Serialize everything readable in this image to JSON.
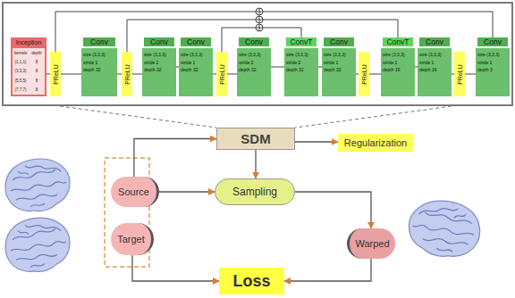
{
  "diagram": {
    "nodes": [
      {
        "text": [
          "Inception",
          "kernels",
          "depth",
          "(1,1,1)",
          "8",
          "(3,3,3)",
          "8",
          "(5,5,5)",
          "8",
          "(7,7,7)",
          "8"
        ]
      },
      {
        "text": [
          "PReLU"
        ]
      },
      {
        "text": [
          "Conv",
          "size (3,3,3)",
          "stride 1",
          "depth 32"
        ]
      },
      {
        "text": [
          "PReLU"
        ]
      },
      {
        "text": [
          "Conv",
          "size (3,3,3)",
          "stride 2",
          "depth 32"
        ]
      },
      {
        "text": [
          "Conv",
          "size (3,3,3)",
          "stride 1",
          "depth 32"
        ]
      },
      {
        "text": [
          "PReLU"
        ]
      },
      {
        "text": [
          "Conv",
          "size (3,3,3)",
          "stride 2",
          "depth 32"
        ]
      },
      {
        "text": [
          "ConvT",
          "size (3,3,3)",
          "stride 2",
          "depth 32"
        ]
      },
      {
        "text": [
          "Conv",
          "size (3,3,3)",
          "stride 1",
          "depth 32"
        ]
      },
      {
        "text": [
          "PReLU"
        ]
      },
      {
        "text": [
          "ConvT",
          "size (3,3,3)",
          "stride 1",
          "depth 16"
        ]
      },
      {
        "text": [
          "Conv",
          "size (3,3,3)",
          "stride 1",
          "depth 16"
        ]
      },
      {
        "text": [
          "PReLU"
        ]
      },
      {
        "text": [
          "Conv",
          "size (3,3,3)",
          "stride 1",
          "depth 3"
        ]
      },
      {
        "text": [
          "SDM"
        ]
      },
      {
        "text": [
          "Regularization"
        ]
      },
      {
        "text": [
          "Source"
        ]
      },
      {
        "text": [
          "Target"
        ]
      },
      {
        "text": [
          "Sampling"
        ]
      },
      {
        "text": [
          "Warped"
        ]
      },
      {
        "text": [
          "Loss"
        ]
      }
    ],
    "edges": [
      {
        "from": 0,
        "to": 1,
        "arrow": "none"
      },
      {
        "from": 1,
        "to": 2,
        "arrow": "none"
      },
      {
        "from": 2,
        "to": 3,
        "arrow": "none"
      },
      {
        "from": 3,
        "to": 4,
        "arrow": "none"
      },
      {
        "from": 4,
        "to": 5,
        "arrow": "none"
      },
      {
        "from": 5,
        "to": 6,
        "arrow": "none"
      },
      {
        "from": 6,
        "to": 7,
        "arrow": "none"
      },
      {
        "from": 7,
        "to": 8,
        "arrow": "none"
      },
      {
        "from": 8,
        "to": 9,
        "arrow": "none"
      },
      {
        "from": 9,
        "to": 10,
        "arrow": "none"
      },
      {
        "from": 10,
        "to": 11,
        "arrow": "none"
      },
      {
        "from": 11,
        "to": 12,
        "arrow": "none"
      },
      {
        "from": 12,
        "to": 13,
        "arrow": "none"
      },
      {
        "from": 13,
        "to": 14,
        "arrow": "none"
      },
      {
        "from": 1,
        "to": 14,
        "arrow": "none"
      },
      {
        "from": 3,
        "to": 11,
        "arrow": "none"
      },
      {
        "from": 6,
        "to": 8,
        "arrow": "none"
      },
      {
        "from": 17,
        "to": 15,
        "arrow": "to"
      },
      {
        "from": 15,
        "to": 16,
        "arrow": "to"
      },
      {
        "from": 15,
        "to": 19,
        "arrow": "to"
      },
      {
        "from": 17,
        "to": 19,
        "arrow": "to"
      },
      {
        "from": 19,
        "to": 20,
        "arrow": "to"
      },
      {
        "from": 20,
        "to": 21,
        "arrow": "to"
      },
      {
        "from": 18,
        "to": 21,
        "arrow": "to"
      }
    ]
  }
}
